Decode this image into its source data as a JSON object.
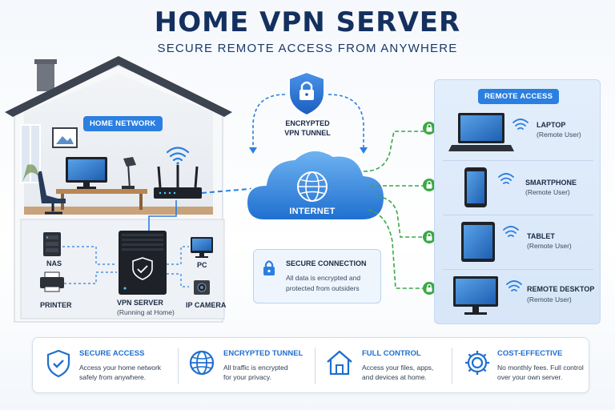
{
  "header": {
    "title": "HOME VPN SERVER",
    "subtitle": "SECURE REMOTE ACCESS FROM ANYWHERE"
  },
  "home": {
    "badge": "HOME NETWORK",
    "devices": [
      {
        "label": "NAS",
        "icon": "nas-icon"
      },
      {
        "label": "PRINTER",
        "icon": "printer-icon"
      },
      {
        "label": "PC",
        "icon": "monitor-icon"
      },
      {
        "label": "IP CAMERA",
        "icon": "camera-icon"
      }
    ],
    "server": {
      "label": "VPN SERVER",
      "sublabel": "(Running at Home)"
    }
  },
  "tunnel": {
    "label_line1": "ENCRYPTED",
    "label_line2": "VPN TUNNEL",
    "cloud_label": "INTERNET"
  },
  "secure_connection": {
    "title": "SECURE CONNECTION",
    "line1": "All data is encrypted and",
    "line2": "protected from outsiders"
  },
  "remote": {
    "badge": "REMOTE ACCESS",
    "devices": [
      {
        "label": "LAPTOP",
        "sublabel": "(Remote User)",
        "icon": "laptop-icon"
      },
      {
        "label": "SMARTPHONE",
        "sublabel": "(Remote User)",
        "icon": "smartphone-icon"
      },
      {
        "label": "TABLET",
        "sublabel": "(Remote User)",
        "icon": "tablet-icon"
      },
      {
        "label": "REMOTE DESKTOP",
        "sublabel": "(Remote User)",
        "icon": "desktop-icon"
      }
    ]
  },
  "features": [
    {
      "title": "SECURE ACCESS",
      "line1": "Access your home network",
      "line2": "safely from anywhere.",
      "icon": "shield-check-icon"
    },
    {
      "title": "ENCRYPTED TUNNEL",
      "line1": "All traffic is encrypted",
      "line2": "for your privacy.",
      "icon": "globe-icon"
    },
    {
      "title": "FULL CONTROL",
      "line1": "Access your files, apps,",
      "line2": "and devices at home.",
      "icon": "home-icon"
    },
    {
      "title": "COST-EFFECTIVE",
      "line1": "No monthly fees. Full control",
      "line2": "over your own server.",
      "icon": "gear-icon"
    }
  ],
  "colors": {
    "navy": "#14305e",
    "accent_blue": "#2b7fe0",
    "lock_green": "#3aa845",
    "tunnel_dash": "#2b7fe0"
  }
}
